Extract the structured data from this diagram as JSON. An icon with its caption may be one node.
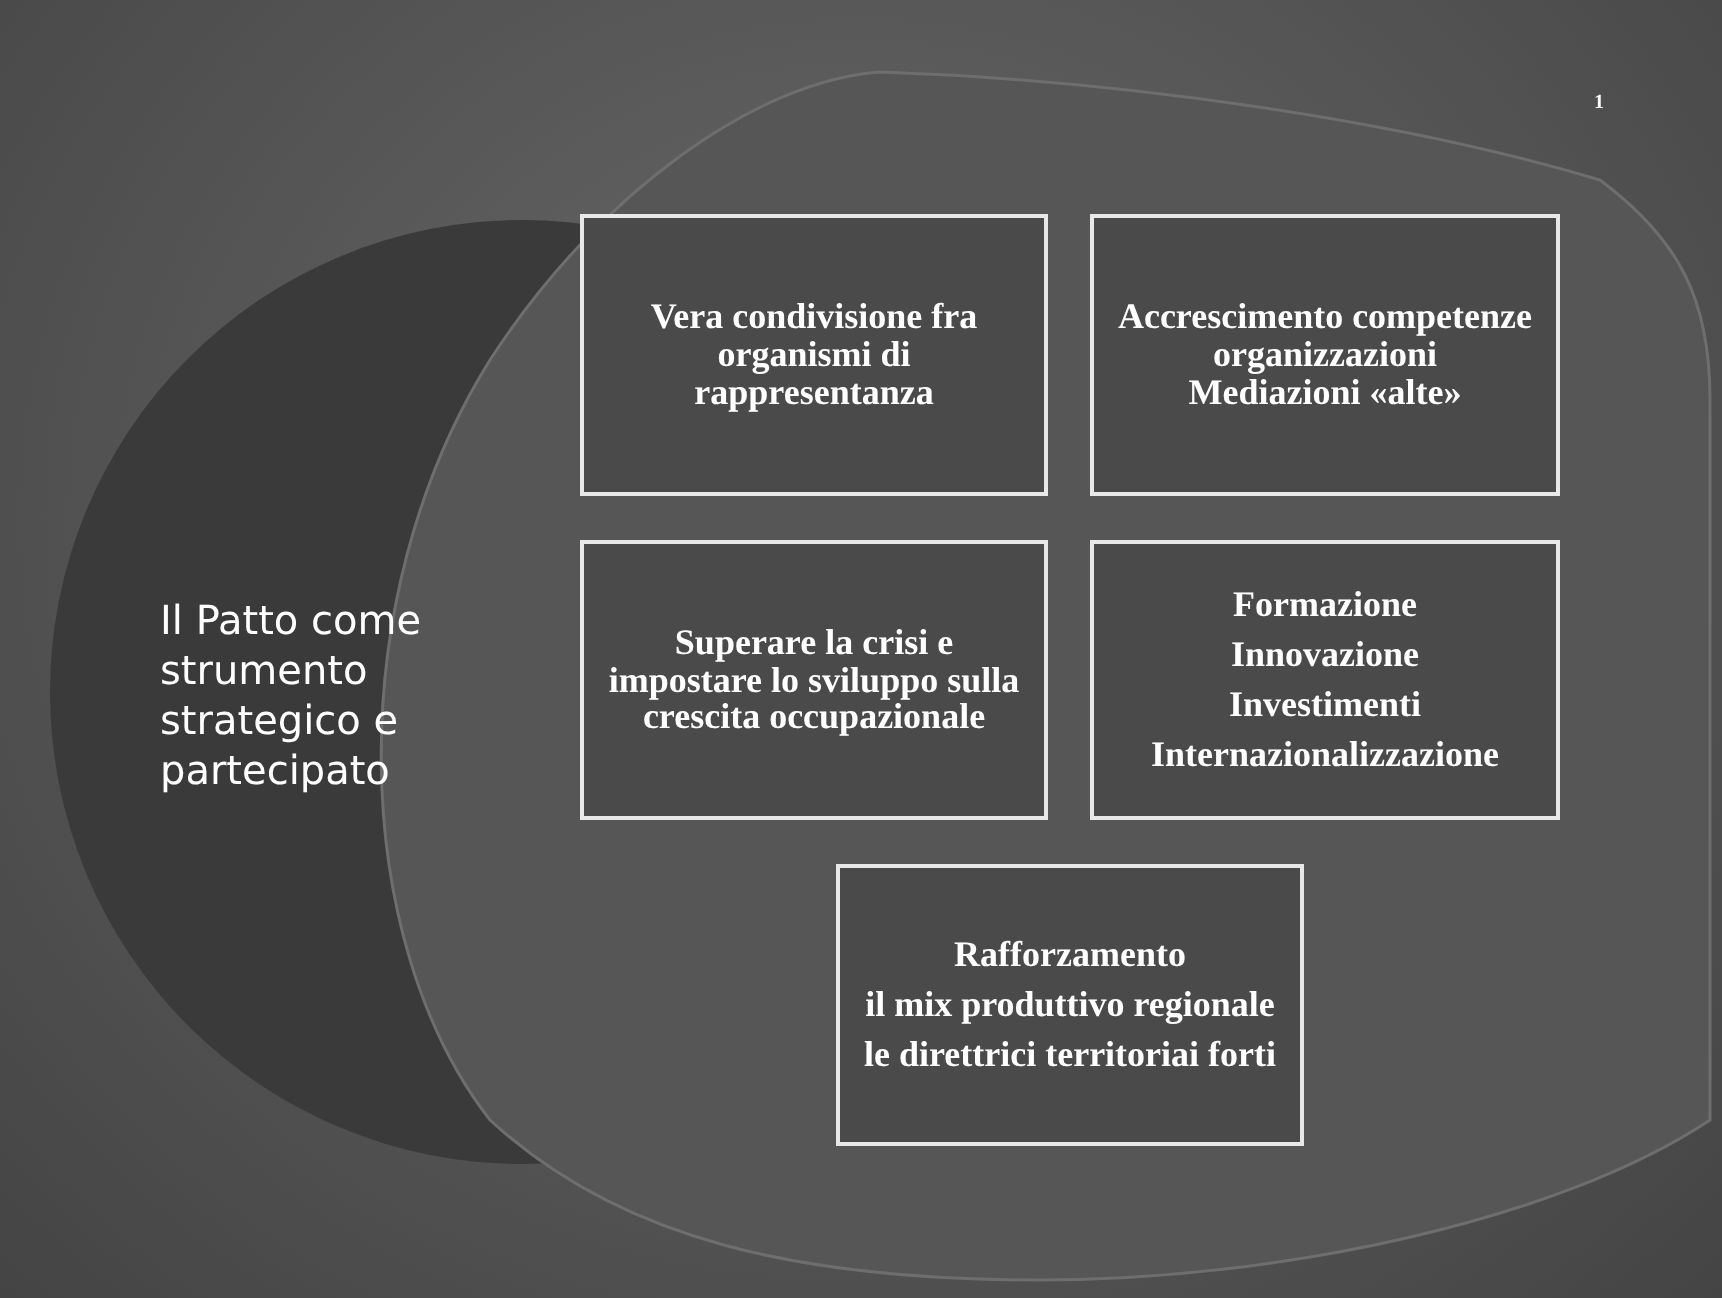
{
  "diagram": {
    "nodes": [
      {
        "text": [
          "Il Patto come strumento strategico e partecipato"
        ]
      },
      {
        "text": [
          "Vera condivisione fra organismi di rappresentanza"
        ]
      },
      {
        "text": [
          "Accrescimento competenze organizzazioni",
          "Mediazioni «alte»"
        ]
      },
      {
        "text": [
          "Superare la crisi e impostare lo sviluppo sulla crescita occupazionale"
        ]
      },
      {
        "text": [
          "Formazione",
          "Innovazione",
          "Investimenti",
          "Internazionalizzazione"
        ]
      },
      {
        "text": [
          "Rafforzamento",
          "il mix produttivo regionale",
          "le direttrici territoriai forti"
        ]
      }
    ],
    "labels": [
      "1"
    ]
  }
}
